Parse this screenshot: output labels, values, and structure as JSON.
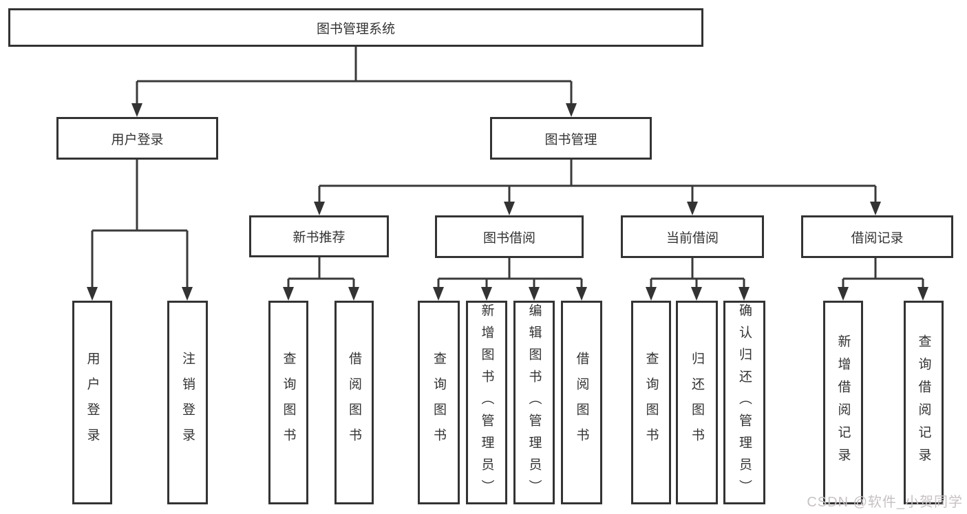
{
  "root": {
    "label": "图书管理系统"
  },
  "user_login": {
    "label": "用户登录",
    "children": [
      {
        "label": "用户登录"
      },
      {
        "label": "注销登录"
      }
    ]
  },
  "book_mgmt": {
    "label": "图书管理",
    "sections": [
      {
        "label": "新书推荐",
        "children": [
          {
            "label": "查询图书"
          },
          {
            "label": "借阅图书"
          }
        ]
      },
      {
        "label": "图书借阅",
        "children": [
          {
            "label": "查询图书"
          },
          {
            "label": "新增图书（管理员）"
          },
          {
            "label": "编辑图书（管理员）"
          },
          {
            "label": "借阅图书"
          }
        ]
      },
      {
        "label": "当前借阅",
        "children": [
          {
            "label": "查询图书"
          },
          {
            "label": "归还图书"
          },
          {
            "label": "确认归还（管理员）"
          }
        ]
      },
      {
        "label": "借阅记录",
        "children": [
          {
            "label": "新增借阅记录"
          },
          {
            "label": "查询借阅记录"
          }
        ]
      }
    ]
  },
  "watermark": {
    "text": "CSDN @软件_小贺同学"
  },
  "colors": {
    "line": "#3a3a3a",
    "border": "#333333",
    "watermark": "#c8c2c2"
  }
}
